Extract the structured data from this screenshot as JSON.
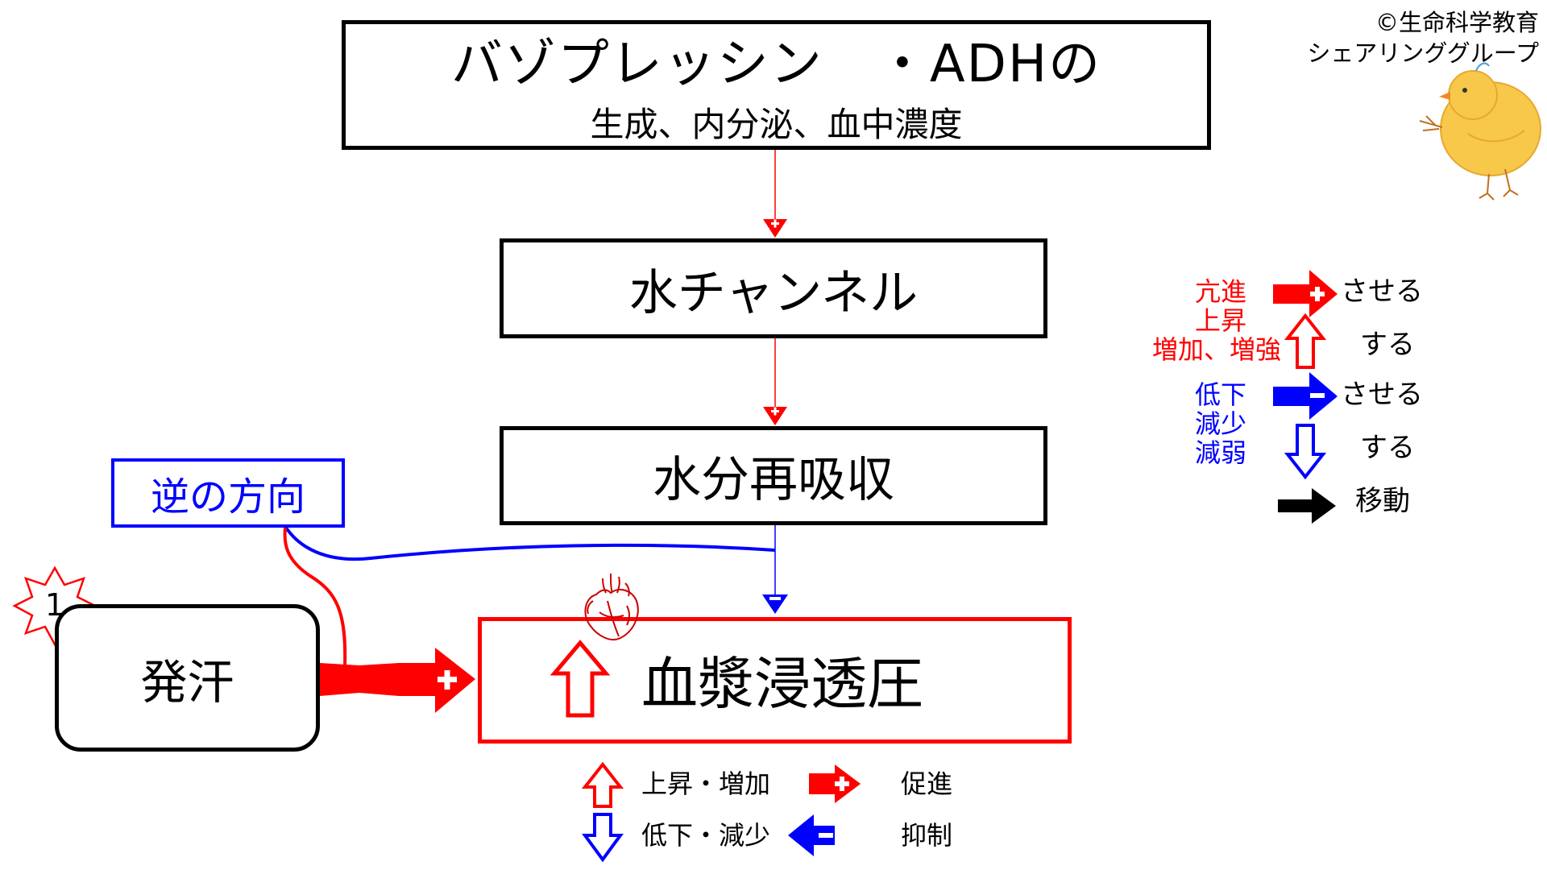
{
  "copyright": {
    "line1": "©生命科学教育",
    "line2": "シェアリンググループ"
  },
  "nodes": {
    "vasopressin": {
      "title": "バゾプレッシン　・ADHの",
      "subtitle": "生成、内分泌、血中濃度"
    },
    "water_channel": {
      "label": "水チャンネル"
    },
    "water_reabsorption": {
      "label": "水分再吸収"
    },
    "plasma_osmolality": {
      "label": "血漿浸透圧"
    },
    "sweating": {
      "label": "発汗",
      "badge": "1"
    },
    "reverse_direction": {
      "label": "逆の方向"
    }
  },
  "legend_right": {
    "red_terms": [
      "亢進",
      "上昇",
      "増加、増強"
    ],
    "blue_terms": [
      "低下",
      "減少",
      "減弱"
    ],
    "make_promote": "させる",
    "do_up": "する",
    "make_suppress": "させる",
    "do_down": "する",
    "move": "移動"
  },
  "legend_bottom": {
    "rise_increase": "上昇・増加",
    "fall_decrease": "低下・減少",
    "promote": "促進",
    "suppress": "抑制"
  },
  "colors": {
    "promote": "#ff0000",
    "suppress": "#0000ff",
    "neutral": "#000000"
  },
  "icons": [
    "heart-icon",
    "chick-icon",
    "starburst-icon"
  ]
}
